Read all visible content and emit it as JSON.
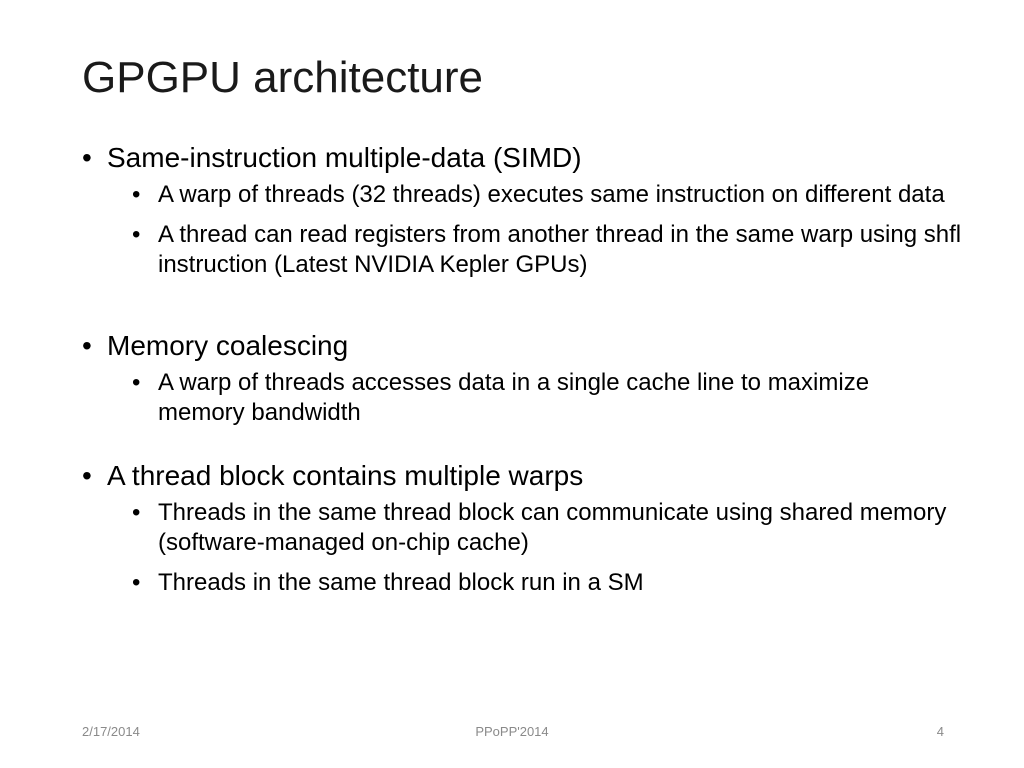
{
  "slide": {
    "title": "GPGPU architecture",
    "sections": [
      {
        "heading": "Same-instruction multiple-data (SIMD)",
        "items": [
          "A warp of threads (32 threads) executes same instruction on different data",
          "A thread can read registers from another thread in the same warp using shfl instruction (Latest NVIDIA Kepler GPUs)"
        ]
      },
      {
        "heading": "Memory coalescing",
        "items": [
          "A warp of threads accesses data in a single cache line to maximize memory bandwidth"
        ]
      },
      {
        "heading": "A thread block contains multiple warps",
        "items": [
          "Threads in the same thread block can communicate using shared memory (software-managed on-chip cache)",
          "Threads in the same thread block run in a SM"
        ]
      }
    ],
    "bullet_glyph": "•"
  },
  "footer": {
    "date": "2/17/2014",
    "center": "PPoPP'2014",
    "page_number": "4"
  }
}
